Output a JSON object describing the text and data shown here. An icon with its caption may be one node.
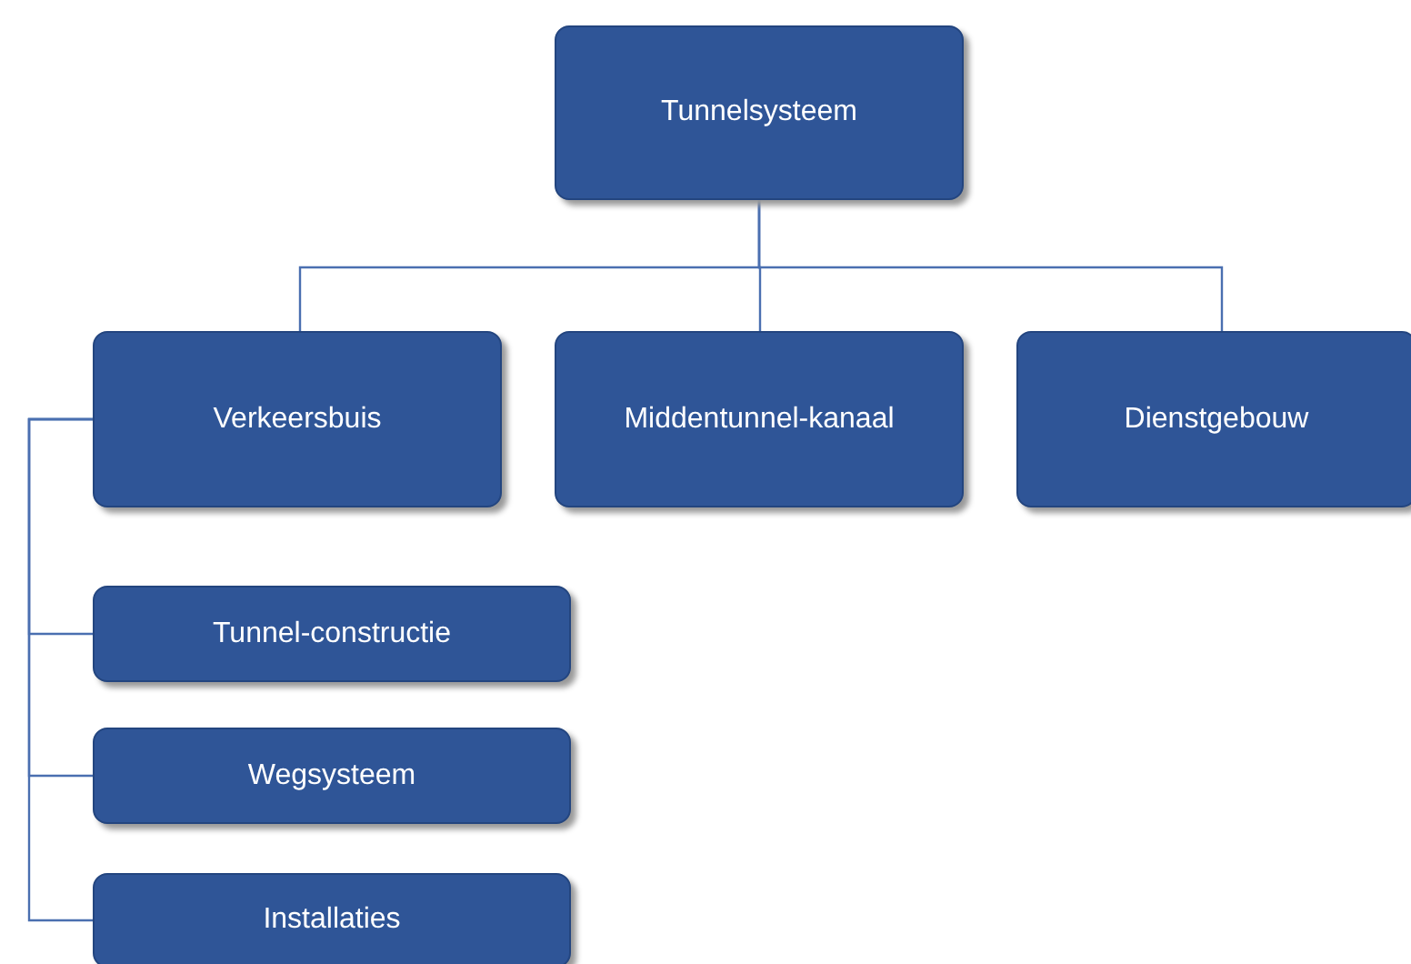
{
  "diagram": {
    "nodes": [
      {
        "text": [
          "Tunnelsysteem"
        ]
      },
      {
        "text": [
          "Verkeersbuis"
        ]
      },
      {
        "text": [
          "Middentunnel-kanaal"
        ]
      },
      {
        "text": [
          "Dienstgebouw"
        ]
      },
      {
        "text": [
          "Tunnel-constructie"
        ]
      },
      {
        "text": [
          "Wegsysteem"
        ]
      },
      {
        "text": [
          "Installaties"
        ]
      }
    ],
    "edges": [
      {
        "from": 0,
        "to": 1,
        "arrow": "none"
      },
      {
        "from": 0,
        "to": 2,
        "arrow": "none"
      },
      {
        "from": 0,
        "to": 3,
        "arrow": "none"
      },
      {
        "from": 1,
        "to": 4,
        "arrow": "none"
      },
      {
        "from": 1,
        "to": 5,
        "arrow": "none"
      },
      {
        "from": 1,
        "to": 6,
        "arrow": "none"
      }
    ]
  }
}
